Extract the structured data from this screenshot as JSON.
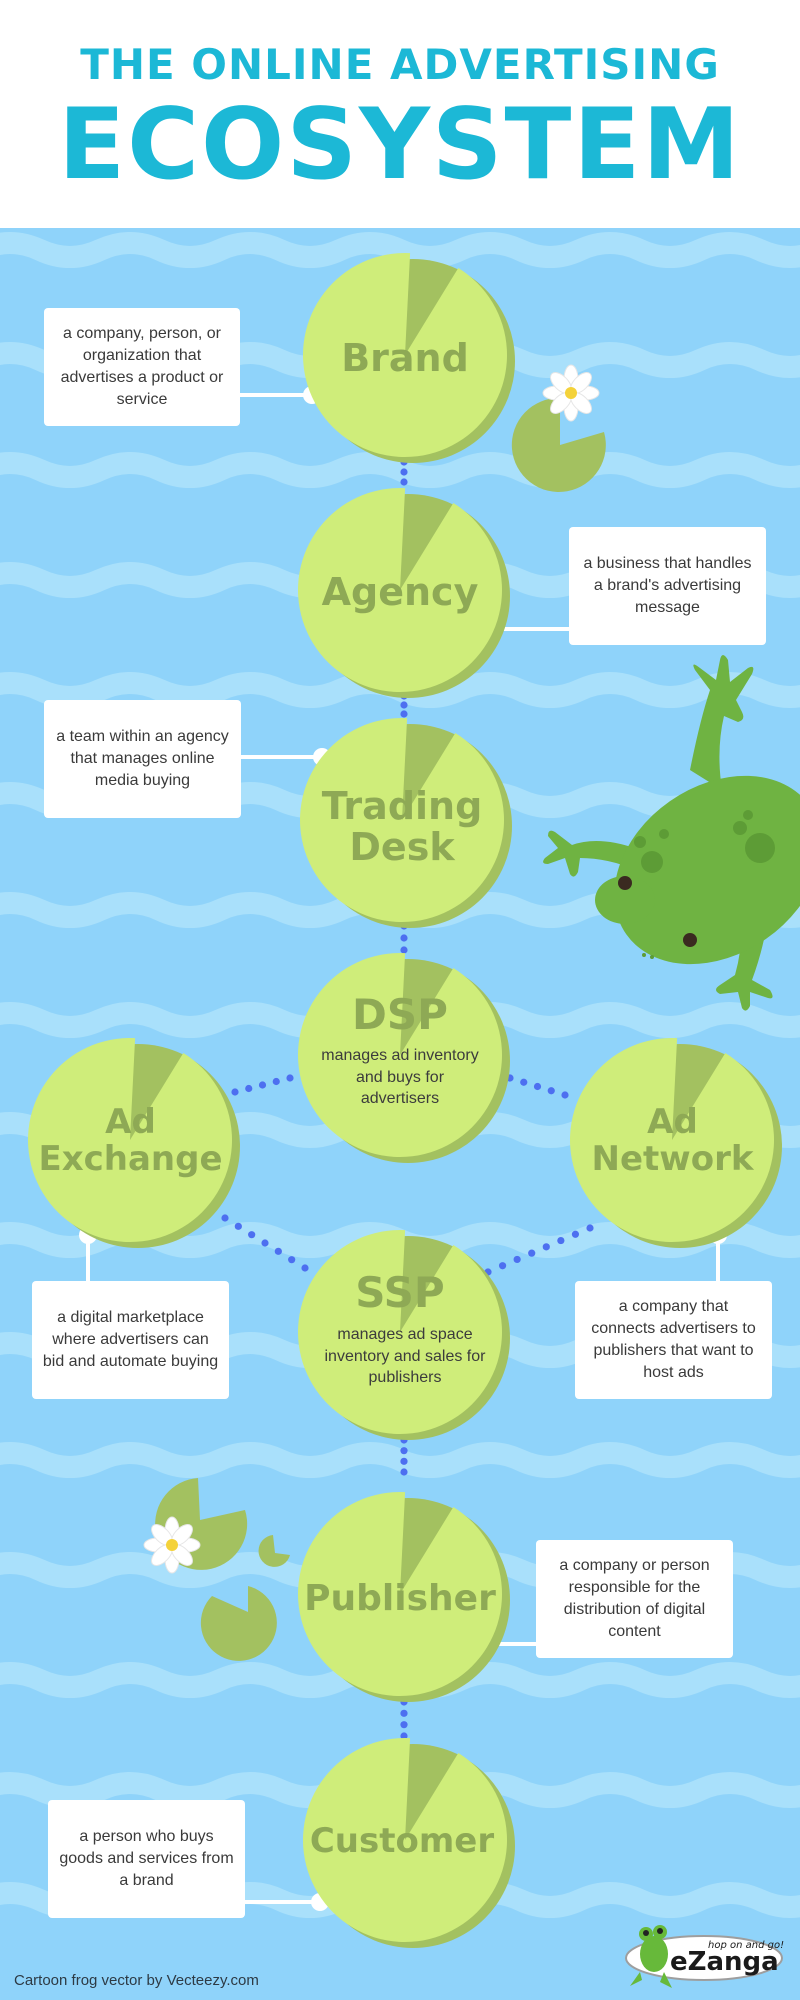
{
  "title": {
    "line1": "THE ONLINE ADVERTISING",
    "line2": "ECOSYSTEM"
  },
  "nodes": [
    {
      "id": "brand",
      "label": "Brand",
      "description": "a company, person, or organization that advertises a product or service"
    },
    {
      "id": "agency",
      "label": "Agency",
      "description": "a business that handles a brand's advertising message"
    },
    {
      "id": "trading-desk",
      "label": "Trading Desk",
      "description": "a team within an agency that manages online media buying"
    },
    {
      "id": "dsp",
      "label": "DSP",
      "description": "manages ad inventory and buys for advertisers"
    },
    {
      "id": "ad-exchange",
      "label": "Ad Exchange",
      "description": "a digital marketplace where advertisers can bid and automate buying"
    },
    {
      "id": "ad-network",
      "label": "Ad Network",
      "description": "a company that connects advertisers to publishers that want to host ads"
    },
    {
      "id": "ssp",
      "label": "SSP",
      "description": "manages ad space inventory and sales for publishers"
    },
    {
      "id": "publisher",
      "label": "Publisher",
      "description": "a company or person responsible for the distribution of digital content"
    },
    {
      "id": "customer",
      "label": "Customer",
      "description": "a person who buys goods and services from a brand"
    }
  ],
  "footer": {
    "credit": "Cartoon frog vector by Vecteezy.com",
    "logo_text": "eZanga",
    "logo_tagline": "hop on and go!"
  },
  "colors": {
    "background": "#8fd3fa",
    "title": "#1cb8d6",
    "pad_light": "#cfed7a",
    "pad_dark": "#a3c160",
    "label": "#8ea955",
    "dots": "#4d6ff0",
    "frog": "#6fb342"
  },
  "decorations": [
    "lily-pad-icon",
    "water-lily-flower-icon",
    "frog-icon",
    "ezanga-logo"
  ]
}
